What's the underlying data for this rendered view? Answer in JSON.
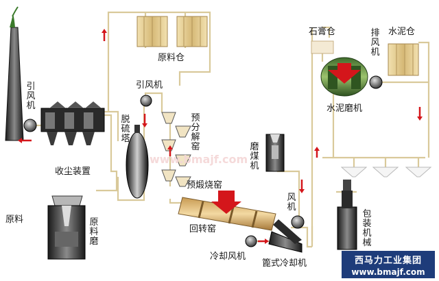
{
  "labels": {
    "induced_fan_left": "引风机",
    "dust_collector": "收尘装置",
    "raw_silo": "原料仓",
    "induced_fan_mid": "引风机",
    "desulfurization_tower": "脱硫塔",
    "preheater": "预分解窑",
    "precalciner": "预煅烧窑",
    "raw_material": "原料",
    "raw_mill": "原料磨",
    "rotary_kiln": "回转窑",
    "coal_mill": "磨煤机",
    "fan": "风机",
    "cooling_fan": "冷却风机",
    "grate_cooler": "篦式冷却机",
    "gypsum_silo": "石膏仓",
    "exhaust_fan": "排风机",
    "cement_silo": "水泥仓",
    "cement_mill": "水泥磨机",
    "packing_machine": "包装机械"
  },
  "watermark": "www.bmajf.com",
  "brand": {
    "name": "西马力工业集团",
    "url": "www.bmajf.com"
  },
  "colors": {
    "pipe": "#d9c99a",
    "flow_arrow": "#d4161b",
    "equipment": "#222222",
    "silo": "#e2c98f",
    "brand_bg": "#1e3c7a"
  }
}
